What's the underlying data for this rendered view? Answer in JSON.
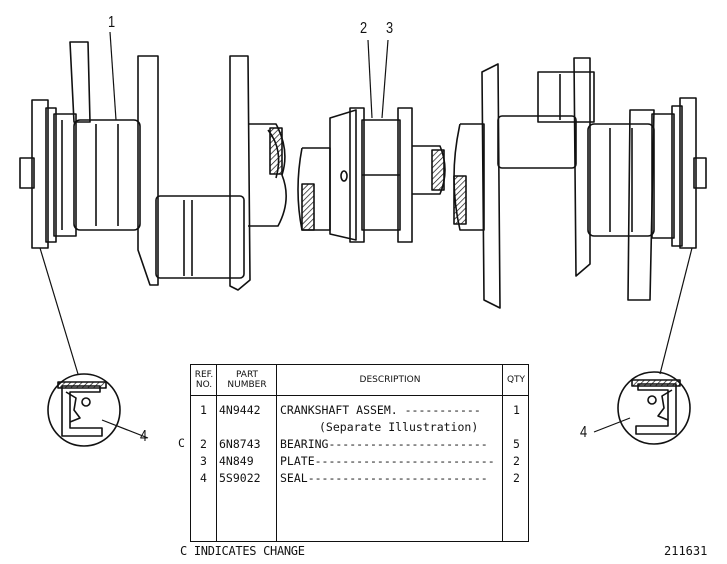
{
  "callouts": {
    "c1": "1",
    "c2": "2",
    "c3": "3",
    "c4_left": "4",
    "c4_right": "4"
  },
  "table": {
    "headers": {
      "ref": "REF. NO.",
      "part": "PART NUMBER",
      "desc": "DESCRIPTION",
      "qty": "QTY"
    },
    "rows": [
      {
        "change": "",
        "ref": "1",
        "part": "4N9442",
        "desc": "CRANKSHAFT ASSEM. -----------",
        "qty": "1"
      },
      {
        "change": "",
        "ref": "",
        "part": "",
        "desc": "(Separate Illustration)",
        "qty": ""
      },
      {
        "change": "C",
        "ref": "2",
        "part": "6N8743",
        "desc": "BEARING-----------------------",
        "qty": "5"
      },
      {
        "change": "",
        "ref": "3",
        "part": "4N849",
        "desc": "PLATE--------------------------",
        "qty": "2"
      },
      {
        "change": "",
        "ref": "4",
        "part": "5S9022",
        "desc": "SEAL--------------------------",
        "qty": "2"
      }
    ]
  },
  "footer": {
    "note": "C INDICATES CHANGE",
    "figure_id": "211631"
  }
}
